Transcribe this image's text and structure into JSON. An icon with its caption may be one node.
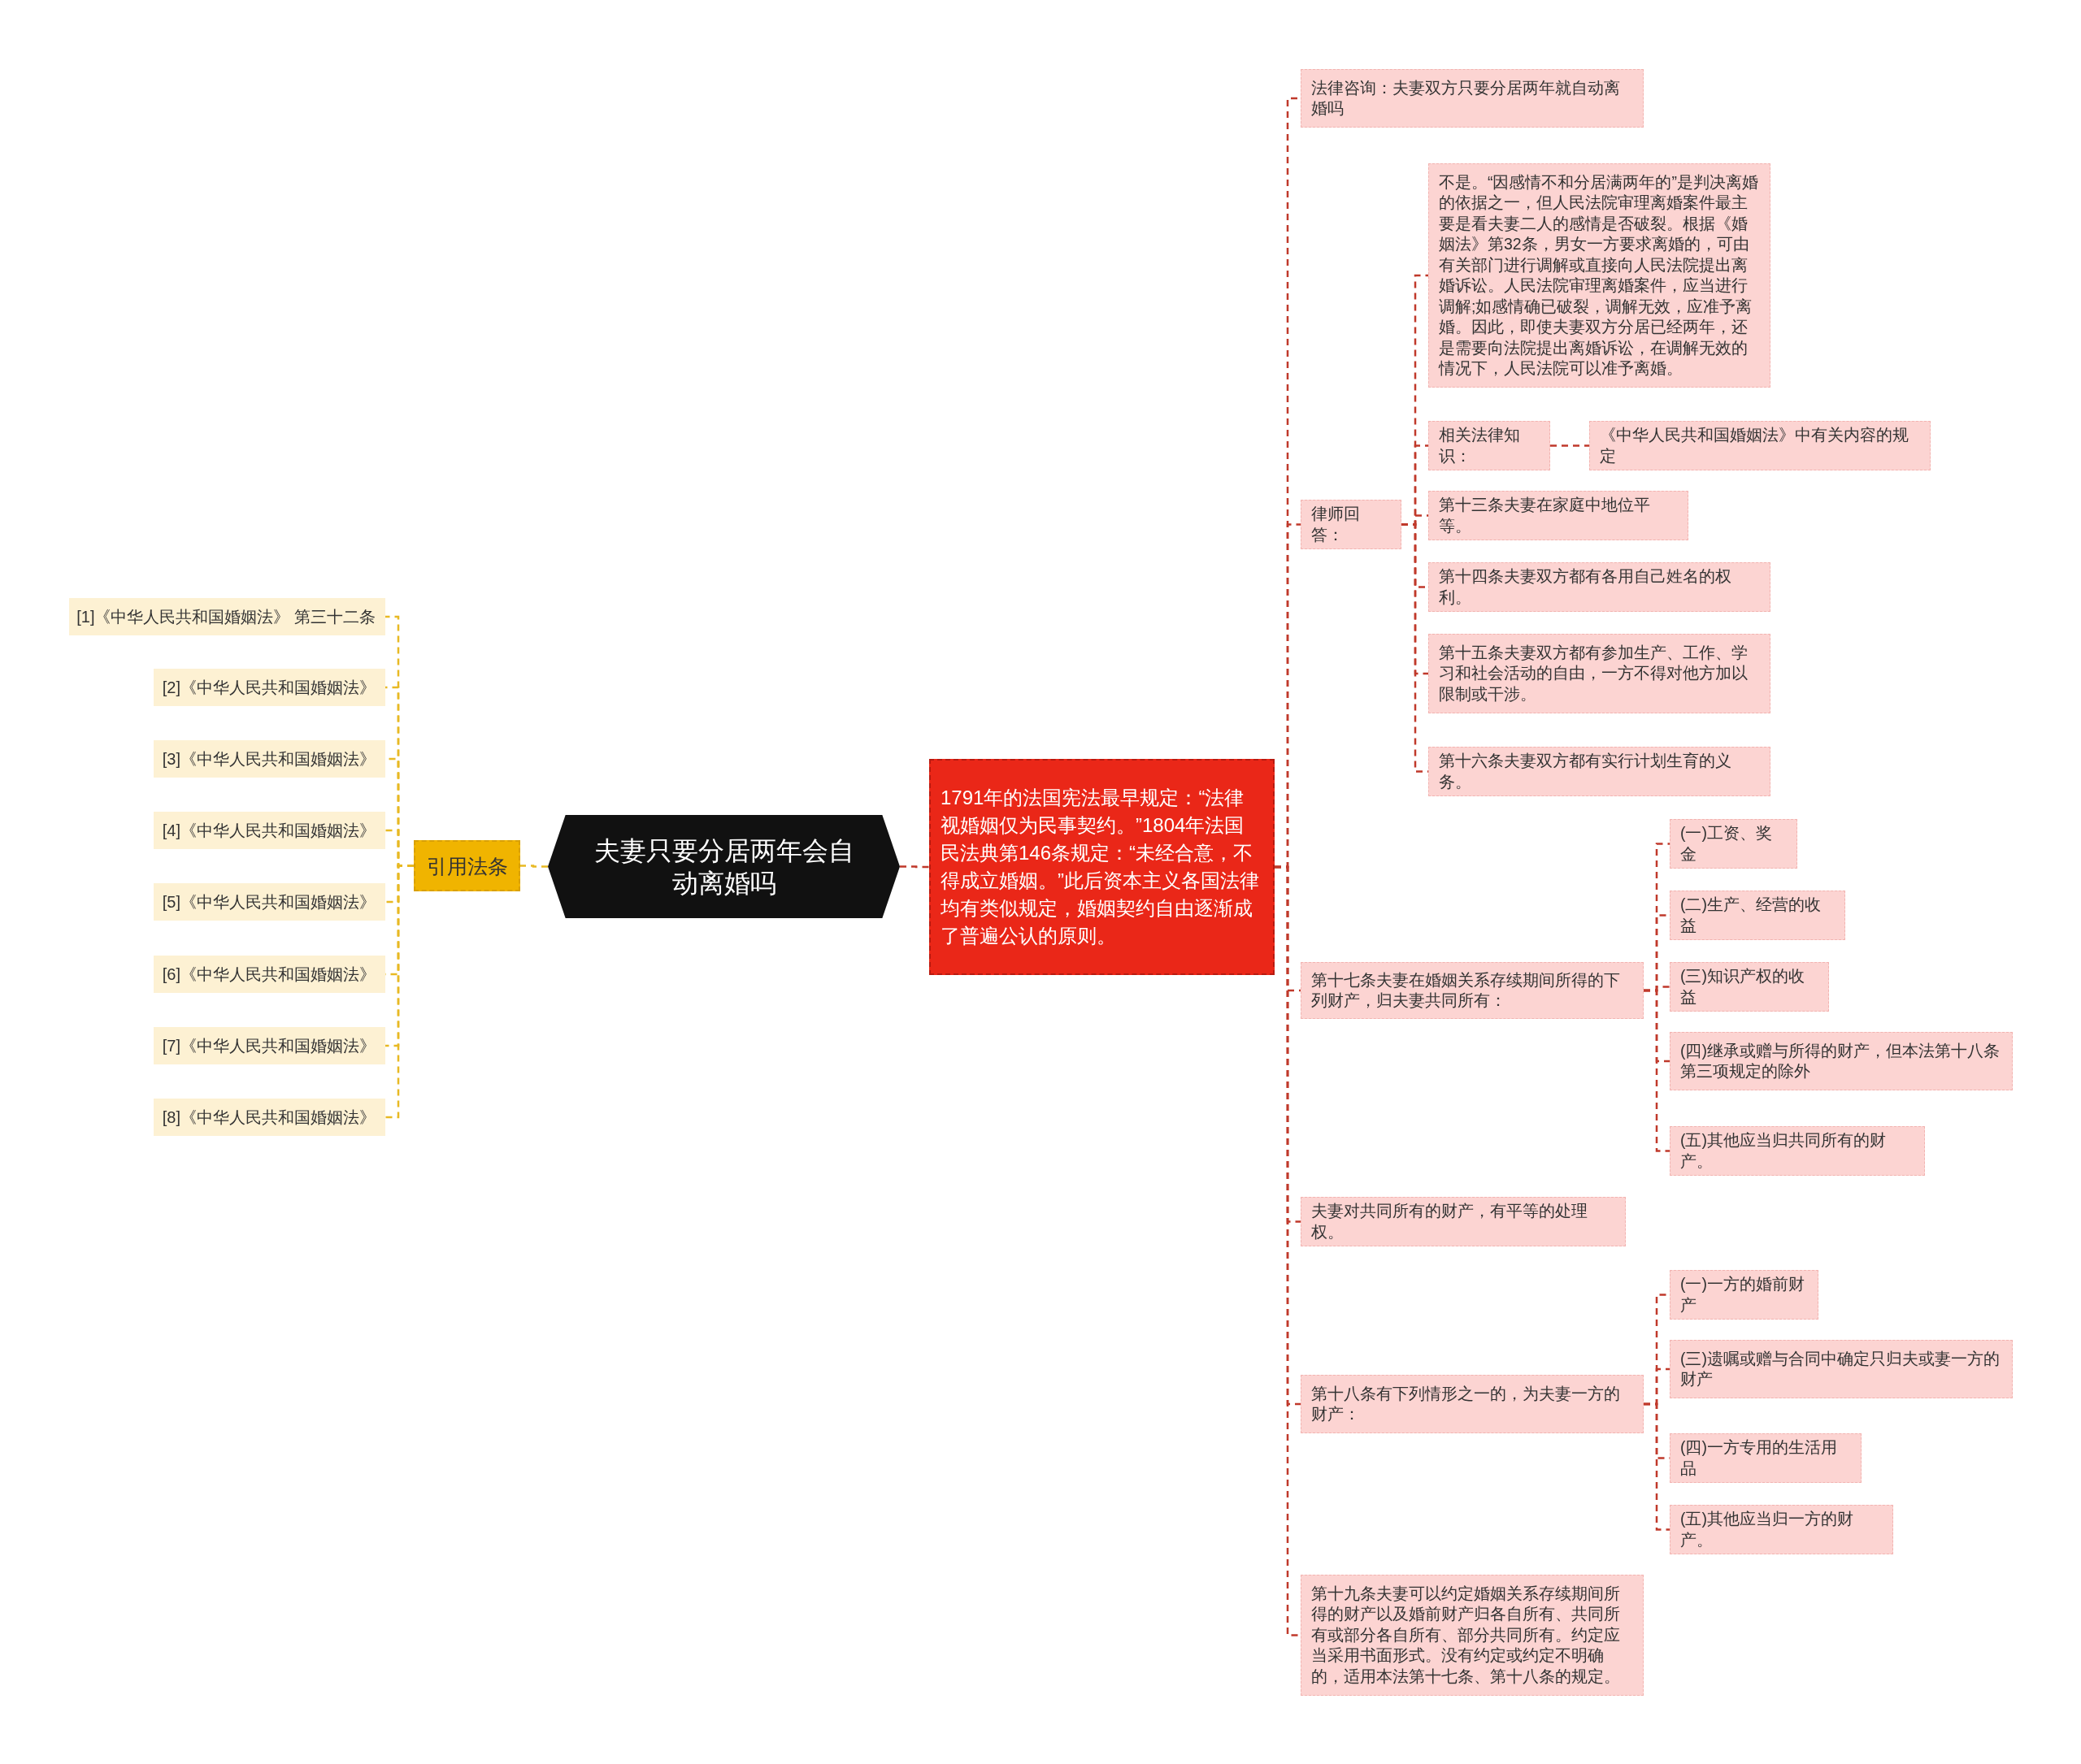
{
  "diagram": {
    "nodes": [
      {
        "text": [
          "夫妻只要分居两年会自动离婚吗"
        ]
      },
      {
        "text": [
          "引用法条"
        ]
      },
      {
        "text": [
          "[1]《中华人民共和国婚姻法》 第三十二条"
        ]
      },
      {
        "text": [
          "[2]《中华人民共和国婚姻法》"
        ]
      },
      {
        "text": [
          "[3]《中华人民共和国婚姻法》"
        ]
      },
      {
        "text": [
          "[4]《中华人民共和国婚姻法》"
        ]
      },
      {
        "text": [
          "[5]《中华人民共和国婚姻法》"
        ]
      },
      {
        "text": [
          "[6]《中华人民共和国婚姻法》"
        ]
      },
      {
        "text": [
          "[7]《中华人民共和国婚姻法》"
        ]
      },
      {
        "text": [
          "[8]《中华人民共和国婚姻法》"
        ]
      },
      {
        "text": [
          "1791年的法国宪法最早规定：“法律视婚姻仅为民事契约。”1804年法国民法典第146条规定：“未经合意，不得成立婚姻。”此后资本主义各国法律均有类似规定，婚姻契约自由逐渐成了普遍公认的原则。"
        ]
      },
      {
        "text": [
          "法律咨询：夫妻双方只要分居两年就自动离婚吗"
        ]
      },
      {
        "text": [
          "律师回答："
        ]
      },
      {
        "text": [
          "不是。“因感情不和分居满两年的”是判决离婚的依据之一，但人民法院审理离婚案件最主要是看夫妻二人的感情是否破裂。根据《婚姻法》第32条，男女一方要求离婚的，可由有关部门进行调解或直接向人民法院提出离婚诉讼。人民法院审理离婚案件，应当进行调解;如感情确已破裂，调解无效，应准予离婚。因此，即使夫妻双方分居已经两年，还是需要向法院提出离婚诉讼，在调解无效的情况下，人民法院可以准予离婚。"
        ]
      },
      {
        "text": [
          "相关法律知识："
        ]
      },
      {
        "text": [
          "《中华人民共和国婚姻法》中有关内容的规定"
        ]
      },
      {
        "text": [
          "第十三条夫妻在家庭中地位平等。"
        ]
      },
      {
        "text": [
          "第十四条夫妻双方都有各用自己姓名的权利。"
        ]
      },
      {
        "text": [
          "第十五条夫妻双方都有参加生产、工作、学习和社会活动的自由，一方不得对他方加以限制或干涉。"
        ]
      },
      {
        "text": [
          "第十六条夫妻双方都有实行计划生育的义务。"
        ]
      },
      {
        "text": [
          "第十七条夫妻在婚姻关系存续期间所得的下列财产，归夫妻共同所有："
        ]
      },
      {
        "text": [
          "(一)工资、奖金"
        ]
      },
      {
        "text": [
          "(二)生产、经营的收益"
        ]
      },
      {
        "text": [
          "(三)知识产权的收益"
        ]
      },
      {
        "text": [
          "(四)继承或赠与所得的财产，但本法第十八条第三项规定的除外"
        ]
      },
      {
        "text": [
          "(五)其他应当归共同所有的财产。"
        ]
      },
      {
        "text": [
          "夫妻对共同所有的财产，有平等的处理权。"
        ]
      },
      {
        "text": [
          "第十八条有下列情形之一的，为夫妻一方的财产："
        ]
      },
      {
        "text": [
          "(一)一方的婚前财产"
        ]
      },
      {
        "text": [
          "(三)遗嘱或赠与合同中确定只归夫或妻一方的财产"
        ]
      },
      {
        "text": [
          "(四)一方专用的生活用品"
        ]
      },
      {
        "text": [
          "(五)其他应当归一方的财产。"
        ]
      },
      {
        "text": [
          "第十九条夫妻可以约定婚姻关系存续期间所得的财产以及婚前财产归各自所有、共同所有或部分各自所有、部分共同所有。约定应当采用书面形式。没有约定或约定不明确的，适用本法第十七条、第十八条的规定。"
        ]
      }
    ],
    "edges": [
      {
        "from": 0,
        "to": 1,
        "arrow": "none",
        "color": "#e8b923"
      },
      {
        "from": 1,
        "to": 2,
        "arrow": "none",
        "color": "#e8b923"
      },
      {
        "from": 1,
        "to": 3,
        "arrow": "none",
        "color": "#e8b923"
      },
      {
        "from": 1,
        "to": 4,
        "arrow": "none",
        "color": "#e8b923"
      },
      {
        "from": 1,
        "to": 5,
        "arrow": "none",
        "color": "#e8b923"
      },
      {
        "from": 1,
        "to": 6,
        "arrow": "none",
        "color": "#e8b923"
      },
      {
        "from": 1,
        "to": 7,
        "arrow": "none",
        "color": "#e8b923"
      },
      {
        "from": 1,
        "to": 8,
        "arrow": "none",
        "color": "#e8b923"
      },
      {
        "from": 1,
        "to": 9,
        "arrow": "none",
        "color": "#e8b923"
      },
      {
        "from": 0,
        "to": 10,
        "arrow": "none"
      },
      {
        "from": 10,
        "to": 11,
        "arrow": "none"
      },
      {
        "from": 10,
        "to": 12,
        "arrow": "none"
      },
      {
        "from": 12,
        "to": 13,
        "arrow": "none"
      },
      {
        "from": 12,
        "to": 14,
        "arrow": "none"
      },
      {
        "from": 14,
        "to": 15,
        "arrow": "none"
      },
      {
        "from": 12,
        "to": 16,
        "arrow": "none"
      },
      {
        "from": 12,
        "to": 17,
        "arrow": "none"
      },
      {
        "from": 12,
        "to": 18,
        "arrow": "none"
      },
      {
        "from": 12,
        "to": 19,
        "arrow": "none"
      },
      {
        "from": 10,
        "to": 20,
        "arrow": "none"
      },
      {
        "from": 20,
        "to": 21,
        "arrow": "none"
      },
      {
        "from": 20,
        "to": 22,
        "arrow": "none"
      },
      {
        "from": 20,
        "to": 23,
        "arrow": "none"
      },
      {
        "from": 20,
        "to": 24,
        "arrow": "none"
      },
      {
        "from": 20,
        "to": 25,
        "arrow": "none"
      },
      {
        "from": 10,
        "to": 26,
        "arrow": "none"
      },
      {
        "from": 10,
        "to": 27,
        "arrow": "none"
      },
      {
        "from": 27,
        "to": 28,
        "arrow": "none"
      },
      {
        "from": 27,
        "to": 29,
        "arrow": "none"
      },
      {
        "from": 27,
        "to": 30,
        "arrow": "none"
      },
      {
        "from": 27,
        "to": 31,
        "arrow": "none"
      },
      {
        "from": 10,
        "to": 32,
        "arrow": "none"
      }
    ]
  }
}
